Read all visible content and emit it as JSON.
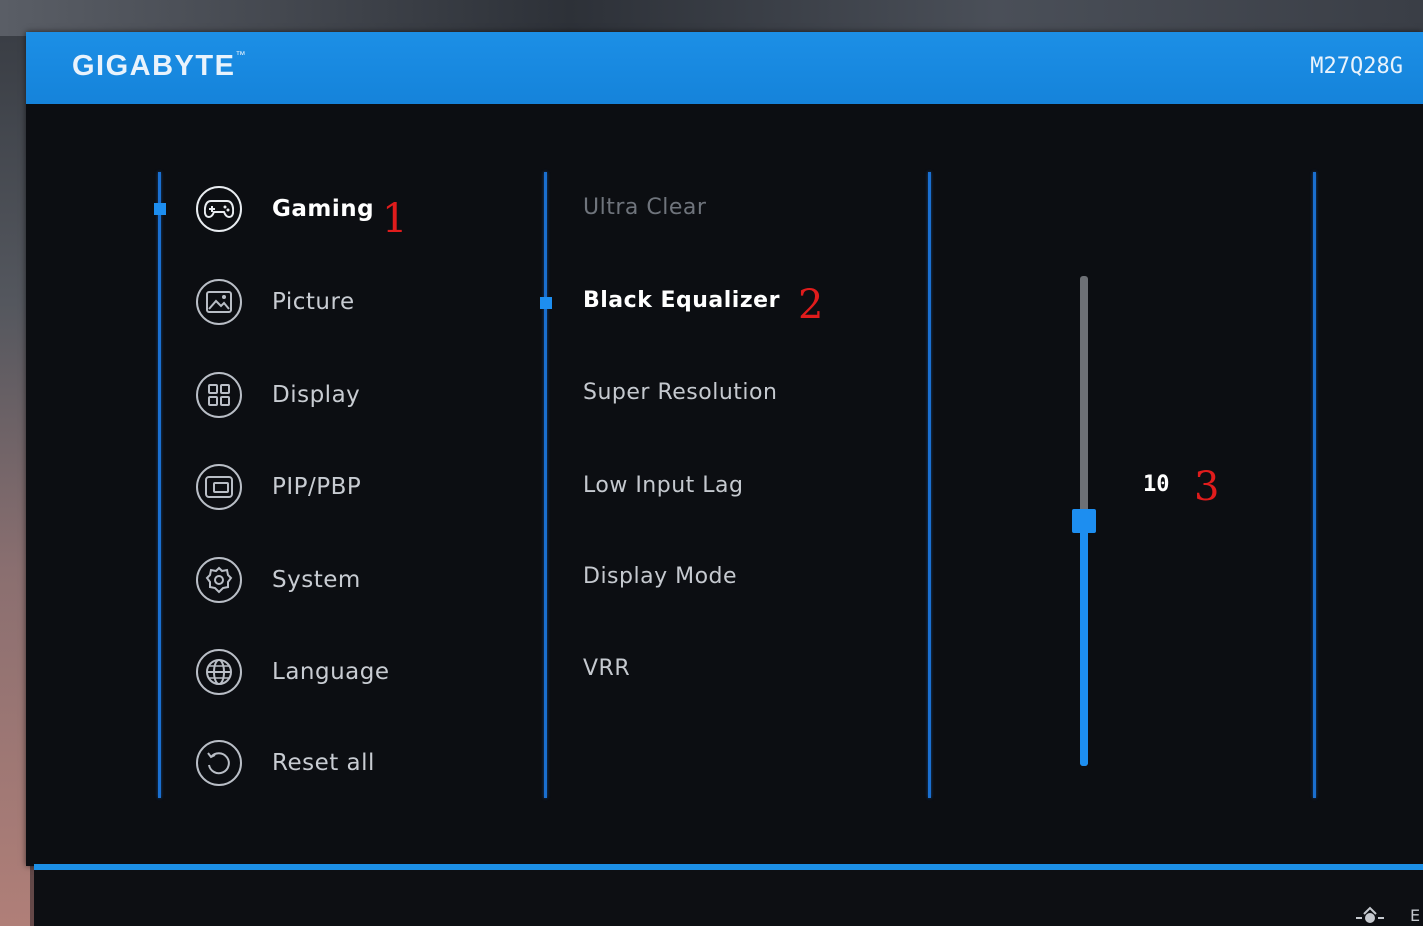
{
  "header": {
    "brand": "GIGABYTE",
    "trademark": "™",
    "model": "M27Q28G"
  },
  "menu": {
    "items": [
      {
        "label": "Gaming",
        "icon": "gamepad-icon",
        "active": true
      },
      {
        "label": "Picture",
        "icon": "picture-icon",
        "active": false
      },
      {
        "label": "Display",
        "icon": "grid-icon",
        "active": false
      },
      {
        "label": "PIP/PBP",
        "icon": "pip-icon",
        "active": false
      },
      {
        "label": "System",
        "icon": "gear-icon",
        "active": false
      },
      {
        "label": "Language",
        "icon": "globe-icon",
        "active": false
      },
      {
        "label": "Reset all",
        "icon": "reset-icon",
        "active": false
      }
    ]
  },
  "submenu": {
    "items": [
      {
        "label": "Ultra Clear",
        "state": "disabled"
      },
      {
        "label": "Black Equalizer",
        "state": "active"
      },
      {
        "label": "Super Resolution",
        "state": "normal"
      },
      {
        "label": "Low Input Lag",
        "state": "normal"
      },
      {
        "label": "Display Mode",
        "state": "normal"
      },
      {
        "label": "VRR",
        "state": "normal"
      }
    ]
  },
  "slider": {
    "value": "10",
    "fraction": 0.5
  },
  "annotations": [
    "1",
    "2",
    "3"
  ],
  "colors": {
    "accent": "#1c8fe6",
    "panel": "#0c0e12",
    "annotation": "#e01c1c"
  },
  "footer": {
    "hint": "E"
  }
}
